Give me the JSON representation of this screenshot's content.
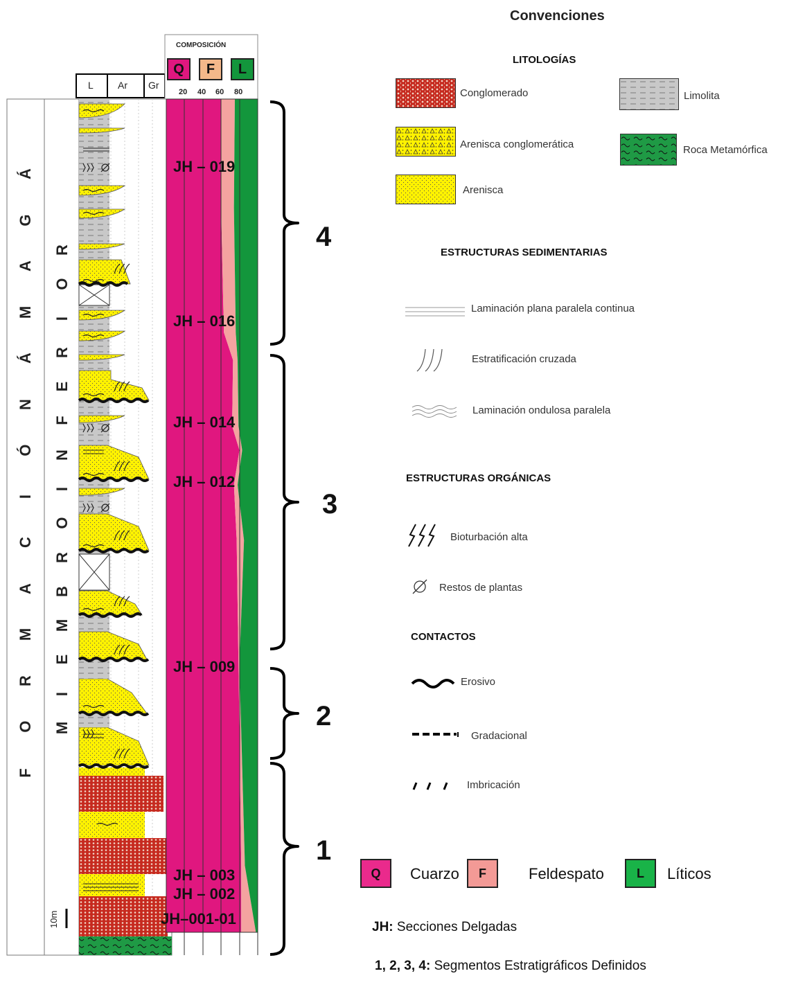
{
  "legend": {
    "title": "Convenciones",
    "litologias_title": "LITOLOGÍAS",
    "conglomerado": "Conglomerado",
    "arenisca_conglomeratica": "Arenisca conglomerática",
    "arenisca": "Arenisca",
    "limolita": "Limolita",
    "roca_metamorfica": "Roca Metamórfica",
    "estructuras_sed_title": "ESTRUCTURAS SEDIMENTARIAS",
    "laminacion_plana": "Laminación plana paralela continua",
    "estratificacion_cruzada": "Estratificación cruzada",
    "laminacion_ondulosa": "Laminación ondulosa paralela",
    "estructuras_org_title": "ESTRUCTURAS ORGÁNICAS",
    "bioturbacion": "Bioturbación alta",
    "restos_plantas": "Restos de plantas",
    "contactos_title": "CONTACTOS",
    "erosivo": "Erosivo",
    "gradacional": "Gradacional",
    "imbricacion": "Imbricación"
  },
  "composition": {
    "title": "COMPOSICIÓN",
    "q": "Q",
    "f": "F",
    "l": "L",
    "ticks": [
      "20",
      "40",
      "60",
      "80"
    ],
    "colors": {
      "q": "#e0177f",
      "f": "#f4a3a0",
      "l": "#13963c"
    }
  },
  "column_header": {
    "l": "L",
    "ar": "Ar",
    "gr": "Gr"
  },
  "formation_letters": [
    "F",
    "O",
    "R",
    "M",
    "A",
    "C",
    "I",
    "Ó",
    "N",
    "Á",
    "M",
    "A",
    "G",
    "Á"
  ],
  "member_letters": [
    "M",
    "I",
    "E",
    "M",
    "B",
    "R",
    "O",
    "I",
    "N",
    "F",
    "E",
    "R",
    "I",
    "O",
    "R"
  ],
  "samples": [
    "JH – 019",
    "JH – 016",
    "JH – 014",
    "JH – 012",
    "JH – 009",
    "JH – 003",
    "JH – 002",
    "JH–001-01"
  ],
  "segments": [
    "4",
    "3",
    "2",
    "1"
  ],
  "scale": "10m",
  "qfl_legend": {
    "q_label": "Cuarzo",
    "f_label": "Feldespato",
    "l_label": "Líticos"
  },
  "notes": {
    "jh_bold": "JH:",
    "jh_text": "Secciones Delgadas",
    "seg_bold": "1, 2, 3, 4:",
    "seg_text": "Segmentos Estratigráficos Definidos"
  }
}
